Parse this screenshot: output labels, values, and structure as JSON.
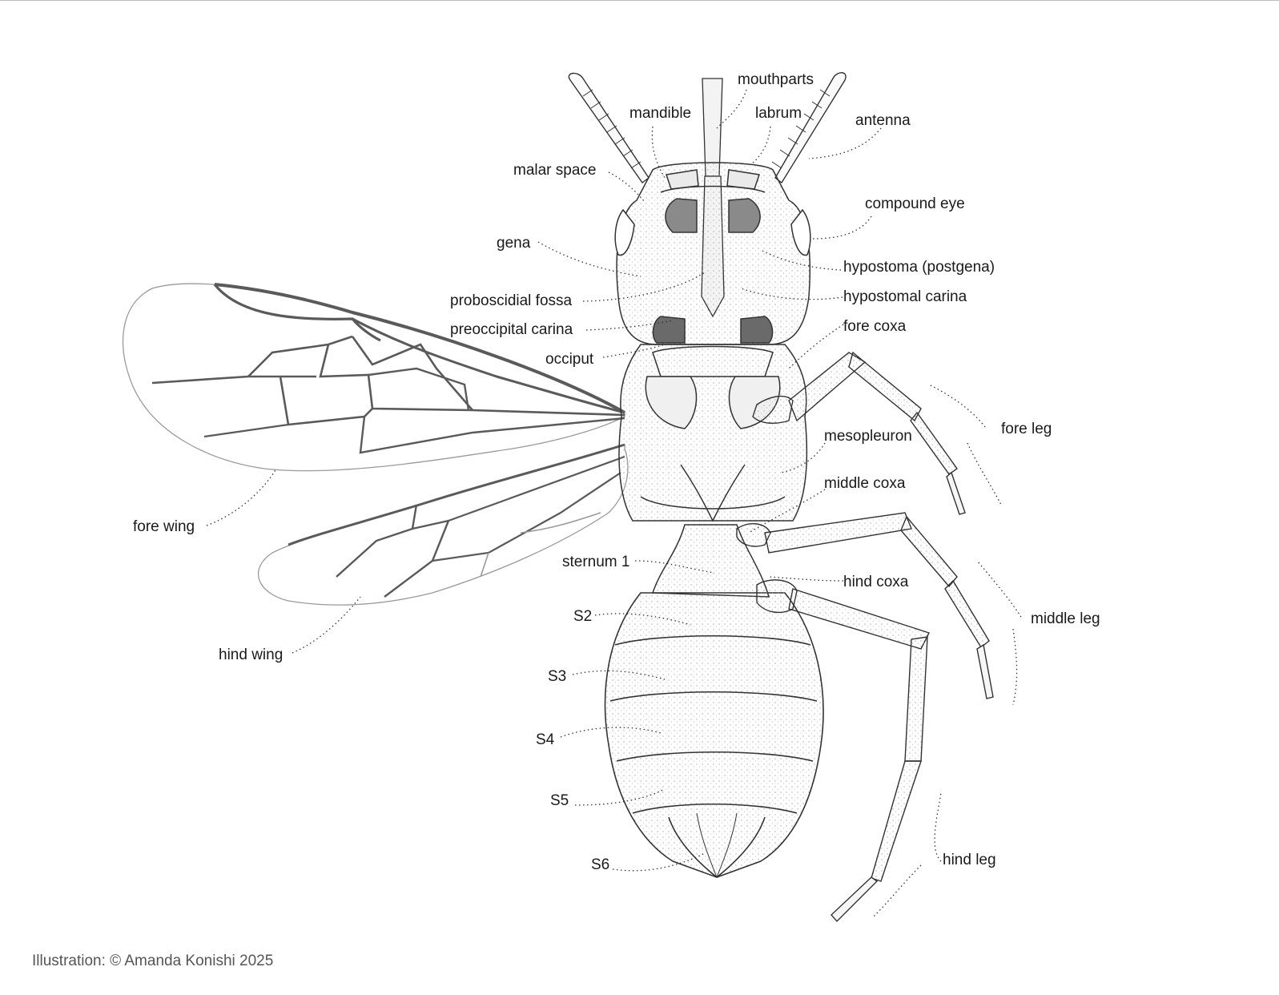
{
  "labels": {
    "mouthparts": "mouthparts",
    "mandible": "mandible",
    "labrum": "labrum",
    "antenna": "antenna",
    "malar_space": "malar space",
    "compound_eye": "compound eye",
    "gena": "gena",
    "hypostoma": "hypostoma (postgena)",
    "proboscidial_fossa": "proboscidial fossa",
    "hypostomal_carina": "hypostomal carina",
    "preoccipital_carina": "preoccipital carina",
    "fore_coxa": "fore coxa",
    "occiput": "occiput",
    "fore_leg": "fore leg",
    "mesopleuron": "mesopleuron",
    "middle_coxa": "middle coxa",
    "fore_wing": "fore wing",
    "sternum_1": "sternum 1",
    "hind_coxa": "hind coxa",
    "s2": "S2",
    "middle_leg": "middle leg",
    "hind_wing": "hind wing",
    "s3": "S3",
    "s4": "S4",
    "s5": "S5",
    "s6": "S6",
    "hind_leg": "hind leg"
  },
  "credit": "Illustration: © Amanda Konishi 2025",
  "colors": {
    "background": "#ffffff",
    "ink": "#1a1a1a",
    "wing_vein": "#5a5a5a",
    "leader": "#333333",
    "body_fill": "#f4f4f4"
  }
}
